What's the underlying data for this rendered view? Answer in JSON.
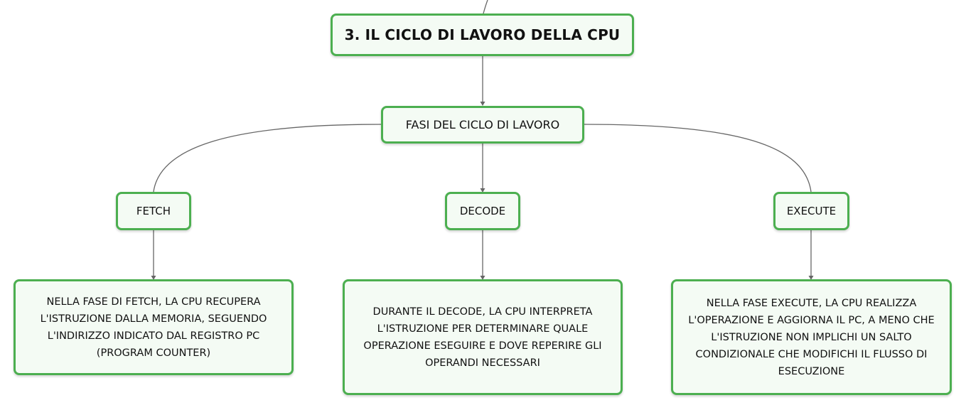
{
  "mindmap": {
    "title": "3. IL CICLO DI LAVORO DELLA CPU",
    "phases_heading": "FASI DEL CICLO DI LAVORO",
    "phases": [
      {
        "label": "FETCH",
        "description": "NELLA FASE DI FETCH, LA CPU RECUPERA L'ISTRUZIONE DALLA MEMORIA, SEGUENDO L'INDIRIZZO INDICATO DAL REGISTRO PC (PROGRAM COUNTER)"
      },
      {
        "label": "DECODE",
        "description": "DURANTE IL DECODE, LA CPU INTERPRETA L'ISTRUZIONE PER DETERMINARE QUALE OPERAZIONE ESEGUIRE E DOVE REPERIRE GLI OPERANDI NECESSARI"
      },
      {
        "label": "EXECUTE",
        "description": "NELLA FASE EXECUTE, LA CPU REALIZZA L'OPERAZIONE E AGGIORNA IL PC, A MENO CHE L'ISTRUZIONE NON IMPLICHI UN SALTO CONDIZIONALE CHE MODIFICHI IL FLUSSO DI ESECUZIONE"
      }
    ]
  },
  "colors": {
    "node_border": "#4caf50",
    "node_fill": "#f4fbf4",
    "connector": "#666666"
  }
}
